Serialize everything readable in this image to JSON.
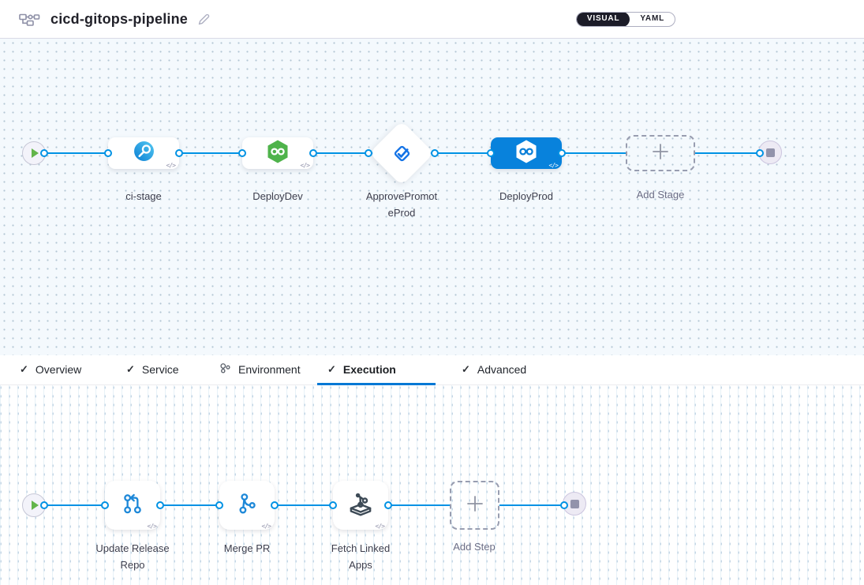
{
  "header": {
    "title": "cicd-gitops-pipeline",
    "view_toggle": {
      "visual": "VISUAL",
      "yaml": "YAML",
      "selected": "VISUAL"
    }
  },
  "pipeline_canvas": {
    "stages": [
      {
        "name": "ci-stage",
        "type": "build"
      },
      {
        "name": "DeployDev",
        "type": "deploy"
      },
      {
        "name": "ApprovePromoteProd",
        "type": "approval",
        "display_lines": [
          "ApprovePromot",
          "eProd"
        ]
      },
      {
        "name": "DeployProd",
        "type": "deploy",
        "selected": true
      }
    ],
    "add_stage_label": "Add Stage"
  },
  "tabs": [
    {
      "label": "Overview",
      "icon": "check"
    },
    {
      "label": "Service",
      "icon": "check"
    },
    {
      "label": "Environment",
      "icon": "environment"
    },
    {
      "label": "Execution",
      "icon": "check",
      "selected": true
    },
    {
      "label": "Advanced",
      "icon": "check"
    }
  ],
  "execution_canvas": {
    "steps": [
      {
        "name": "Update Release Repo"
      },
      {
        "name": "Merge PR"
      },
      {
        "name": "Fetch Linked Apps"
      }
    ],
    "add_step_label": "Add Step"
  },
  "icons": {
    "code_badge": "</>",
    "check": "✓"
  },
  "colors": {
    "accent_blue": "#0278d5",
    "edge_blue": "#0092e4",
    "selected_stage_blue": "#0882dc",
    "deploy_green": "#4fb34b",
    "toggle_dark": "#1c1c28",
    "canvas_tint": "#f4f9fd"
  }
}
